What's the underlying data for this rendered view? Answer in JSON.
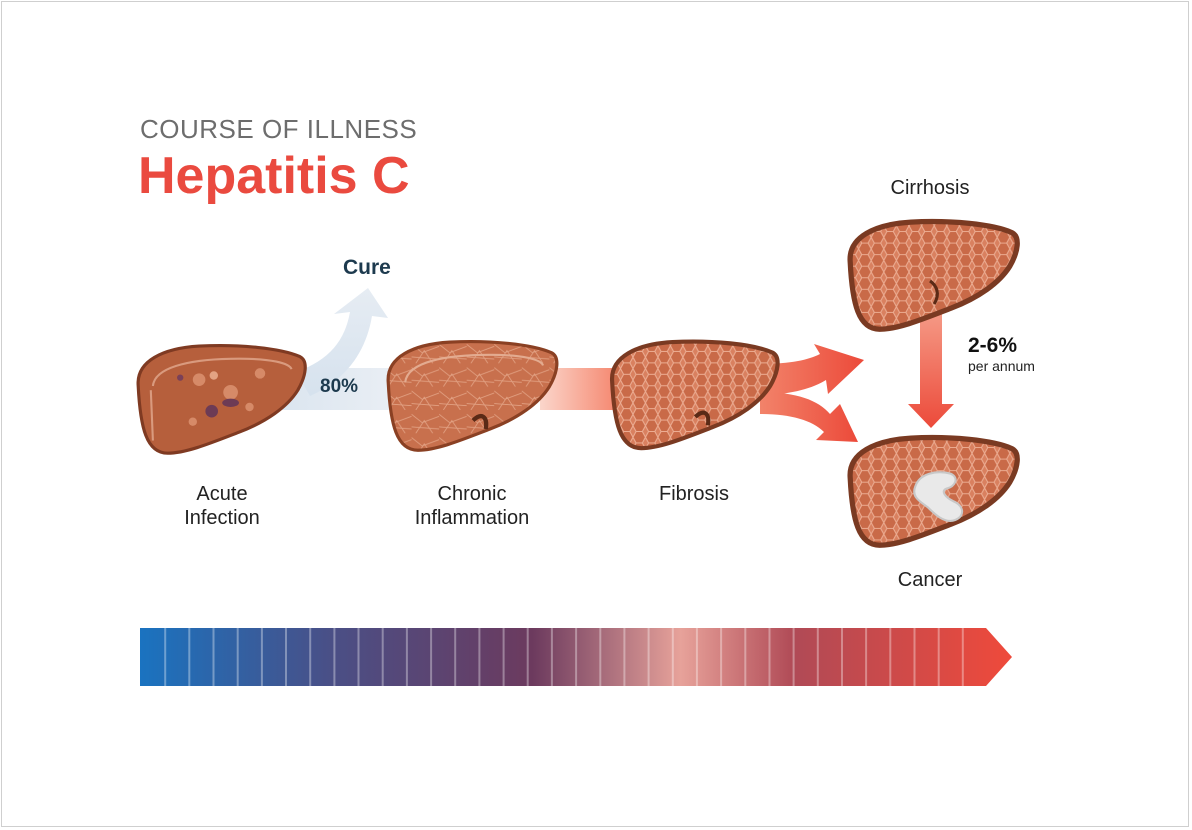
{
  "header": {
    "subtitle": "COURSE OF ILLNESS",
    "title": "Hepatitis C"
  },
  "stages": {
    "acute": {
      "line1": "Acute",
      "line2": "Infection"
    },
    "chronic": {
      "line1": "Chronic",
      "line2": "Inflammation"
    },
    "fibrosis": {
      "label": "Fibrosis"
    },
    "cirrhosis": {
      "label": "Cirrhosis"
    },
    "cancer": {
      "label": "Cancer"
    }
  },
  "cure": {
    "label": "Cure",
    "percent": "80%"
  },
  "progression": {
    "rate": "2-6%",
    "rate_unit": "per annum"
  },
  "colors": {
    "accent": "#ea4a3f",
    "liver": "#b85a3c",
    "liver_dark": "#7a3620",
    "cure_arrow": "#d9e3ee",
    "progress_start": "#1a73c0",
    "progress_mid": "#6c3a5e",
    "progress_end": "#ef4a3b"
  },
  "icons": [
    "liver-icon",
    "arrow-icon"
  ]
}
